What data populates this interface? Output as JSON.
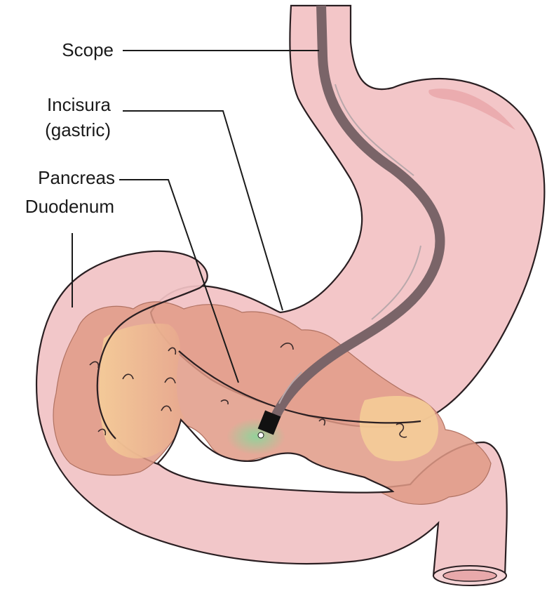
{
  "labels": {
    "scope": "Scope",
    "incisura_line1": "Incisura",
    "incisura_line2": "(gastric)",
    "pancreas": "Pancreas",
    "duodenum": "Duodenum"
  },
  "colors": {
    "stomach": "#f3c6c8",
    "stomach_outline": "#2a1f22",
    "pancreas": "#e3a088",
    "pancreas_head": "#f6cf98",
    "scope": "#7a6468",
    "scope_highlight": "#b9a8ab",
    "lesion_glow": "#8fd49a"
  }
}
